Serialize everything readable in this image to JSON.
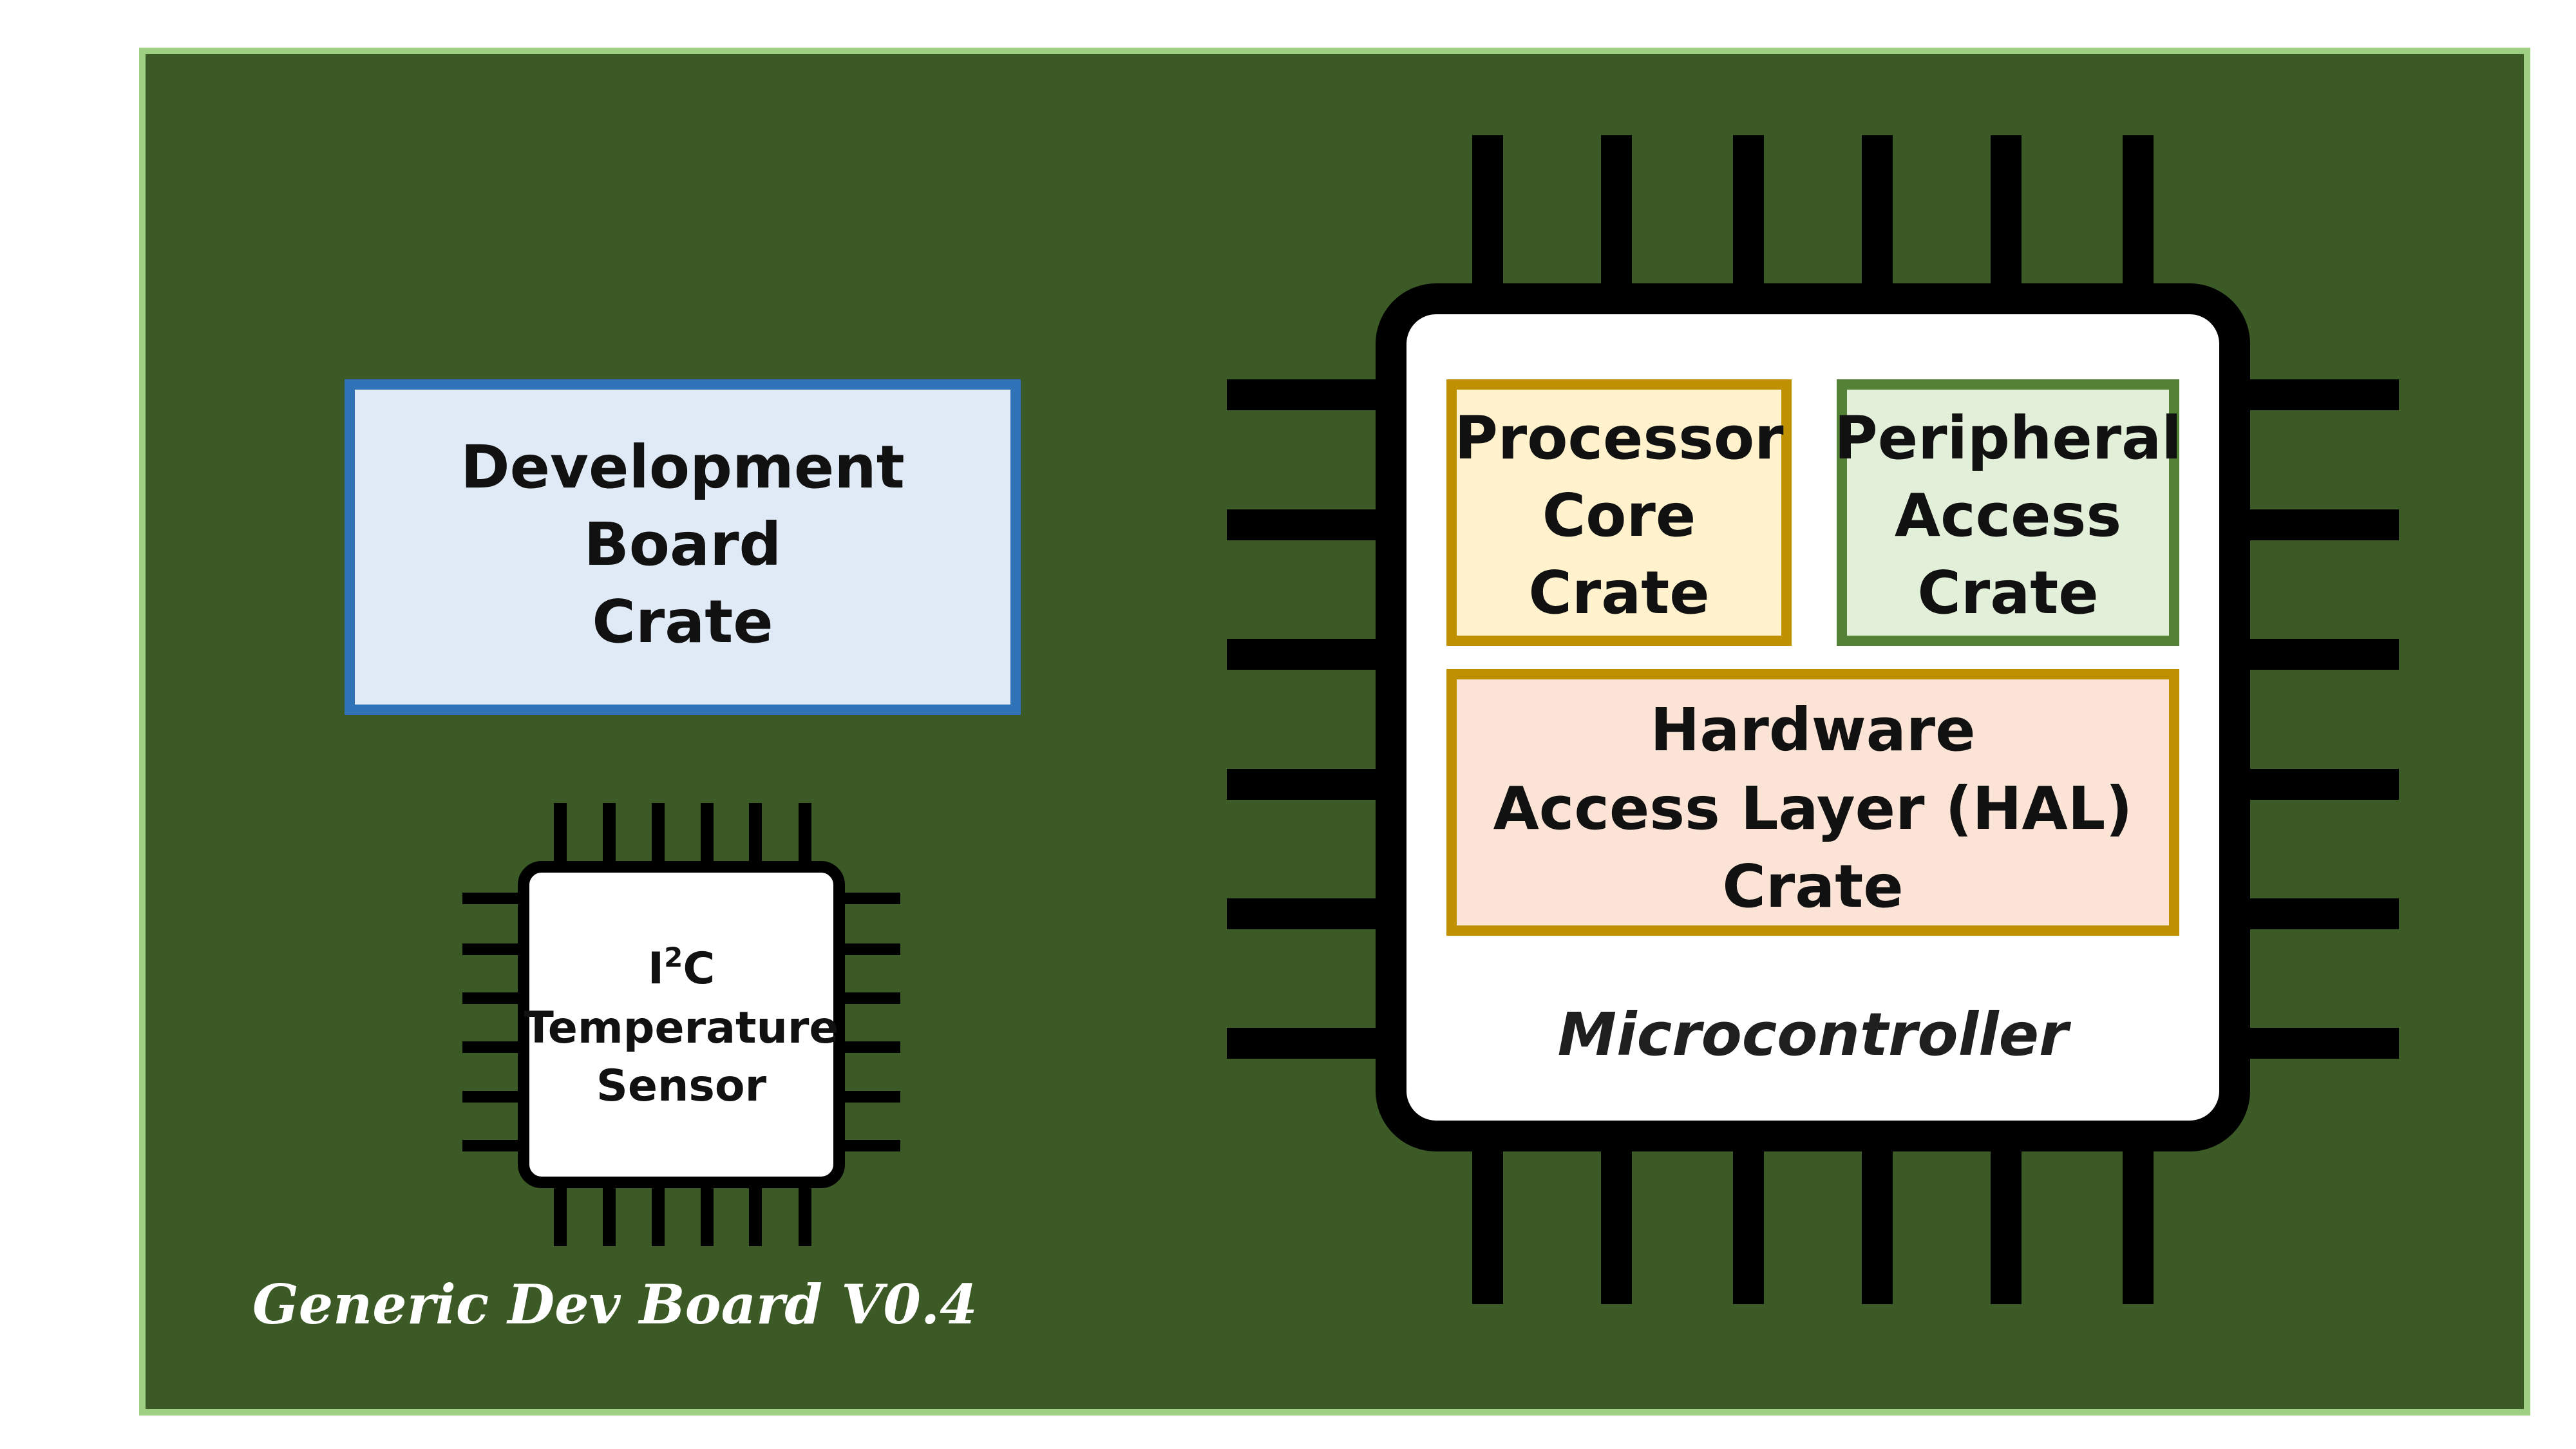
{
  "board": {
    "signature": "Generic Dev Board V0.4"
  },
  "boxes": {
    "dev_board_crate": {
      "lines": [
        "Development",
        "Board",
        "Crate"
      ]
    },
    "processor_core_crate": {
      "lines": [
        "Processor",
        "Core",
        "Crate"
      ]
    },
    "peripheral_access_crate": {
      "lines": [
        "Peripheral",
        "Access",
        "Crate"
      ]
    },
    "hal_crate": {
      "lines": [
        "Hardware",
        "Access Layer (HAL)",
        "Crate"
      ]
    }
  },
  "chips": {
    "microcontroller": {
      "label": "Microcontroller"
    },
    "sensor": {
      "label_i": "I",
      "label_sup": "2",
      "label_c": "C",
      "line2": "Temperature",
      "line3": "Sensor"
    }
  },
  "colors": {
    "board_fill": "#3c5a25",
    "board_border": "#9fcf82",
    "dev_board_fill": "#dfeaf6",
    "dev_board_border": "#2f72b8",
    "processor_fill": "#fff2cd",
    "processor_border": "#bf9000",
    "peripheral_fill": "#e2efd9",
    "peripheral_border": "#538135",
    "hal_fill": "#fbe4d6",
    "hal_border": "#bf9000",
    "pin": "#000000",
    "chip_fill": "#ffffff"
  }
}
